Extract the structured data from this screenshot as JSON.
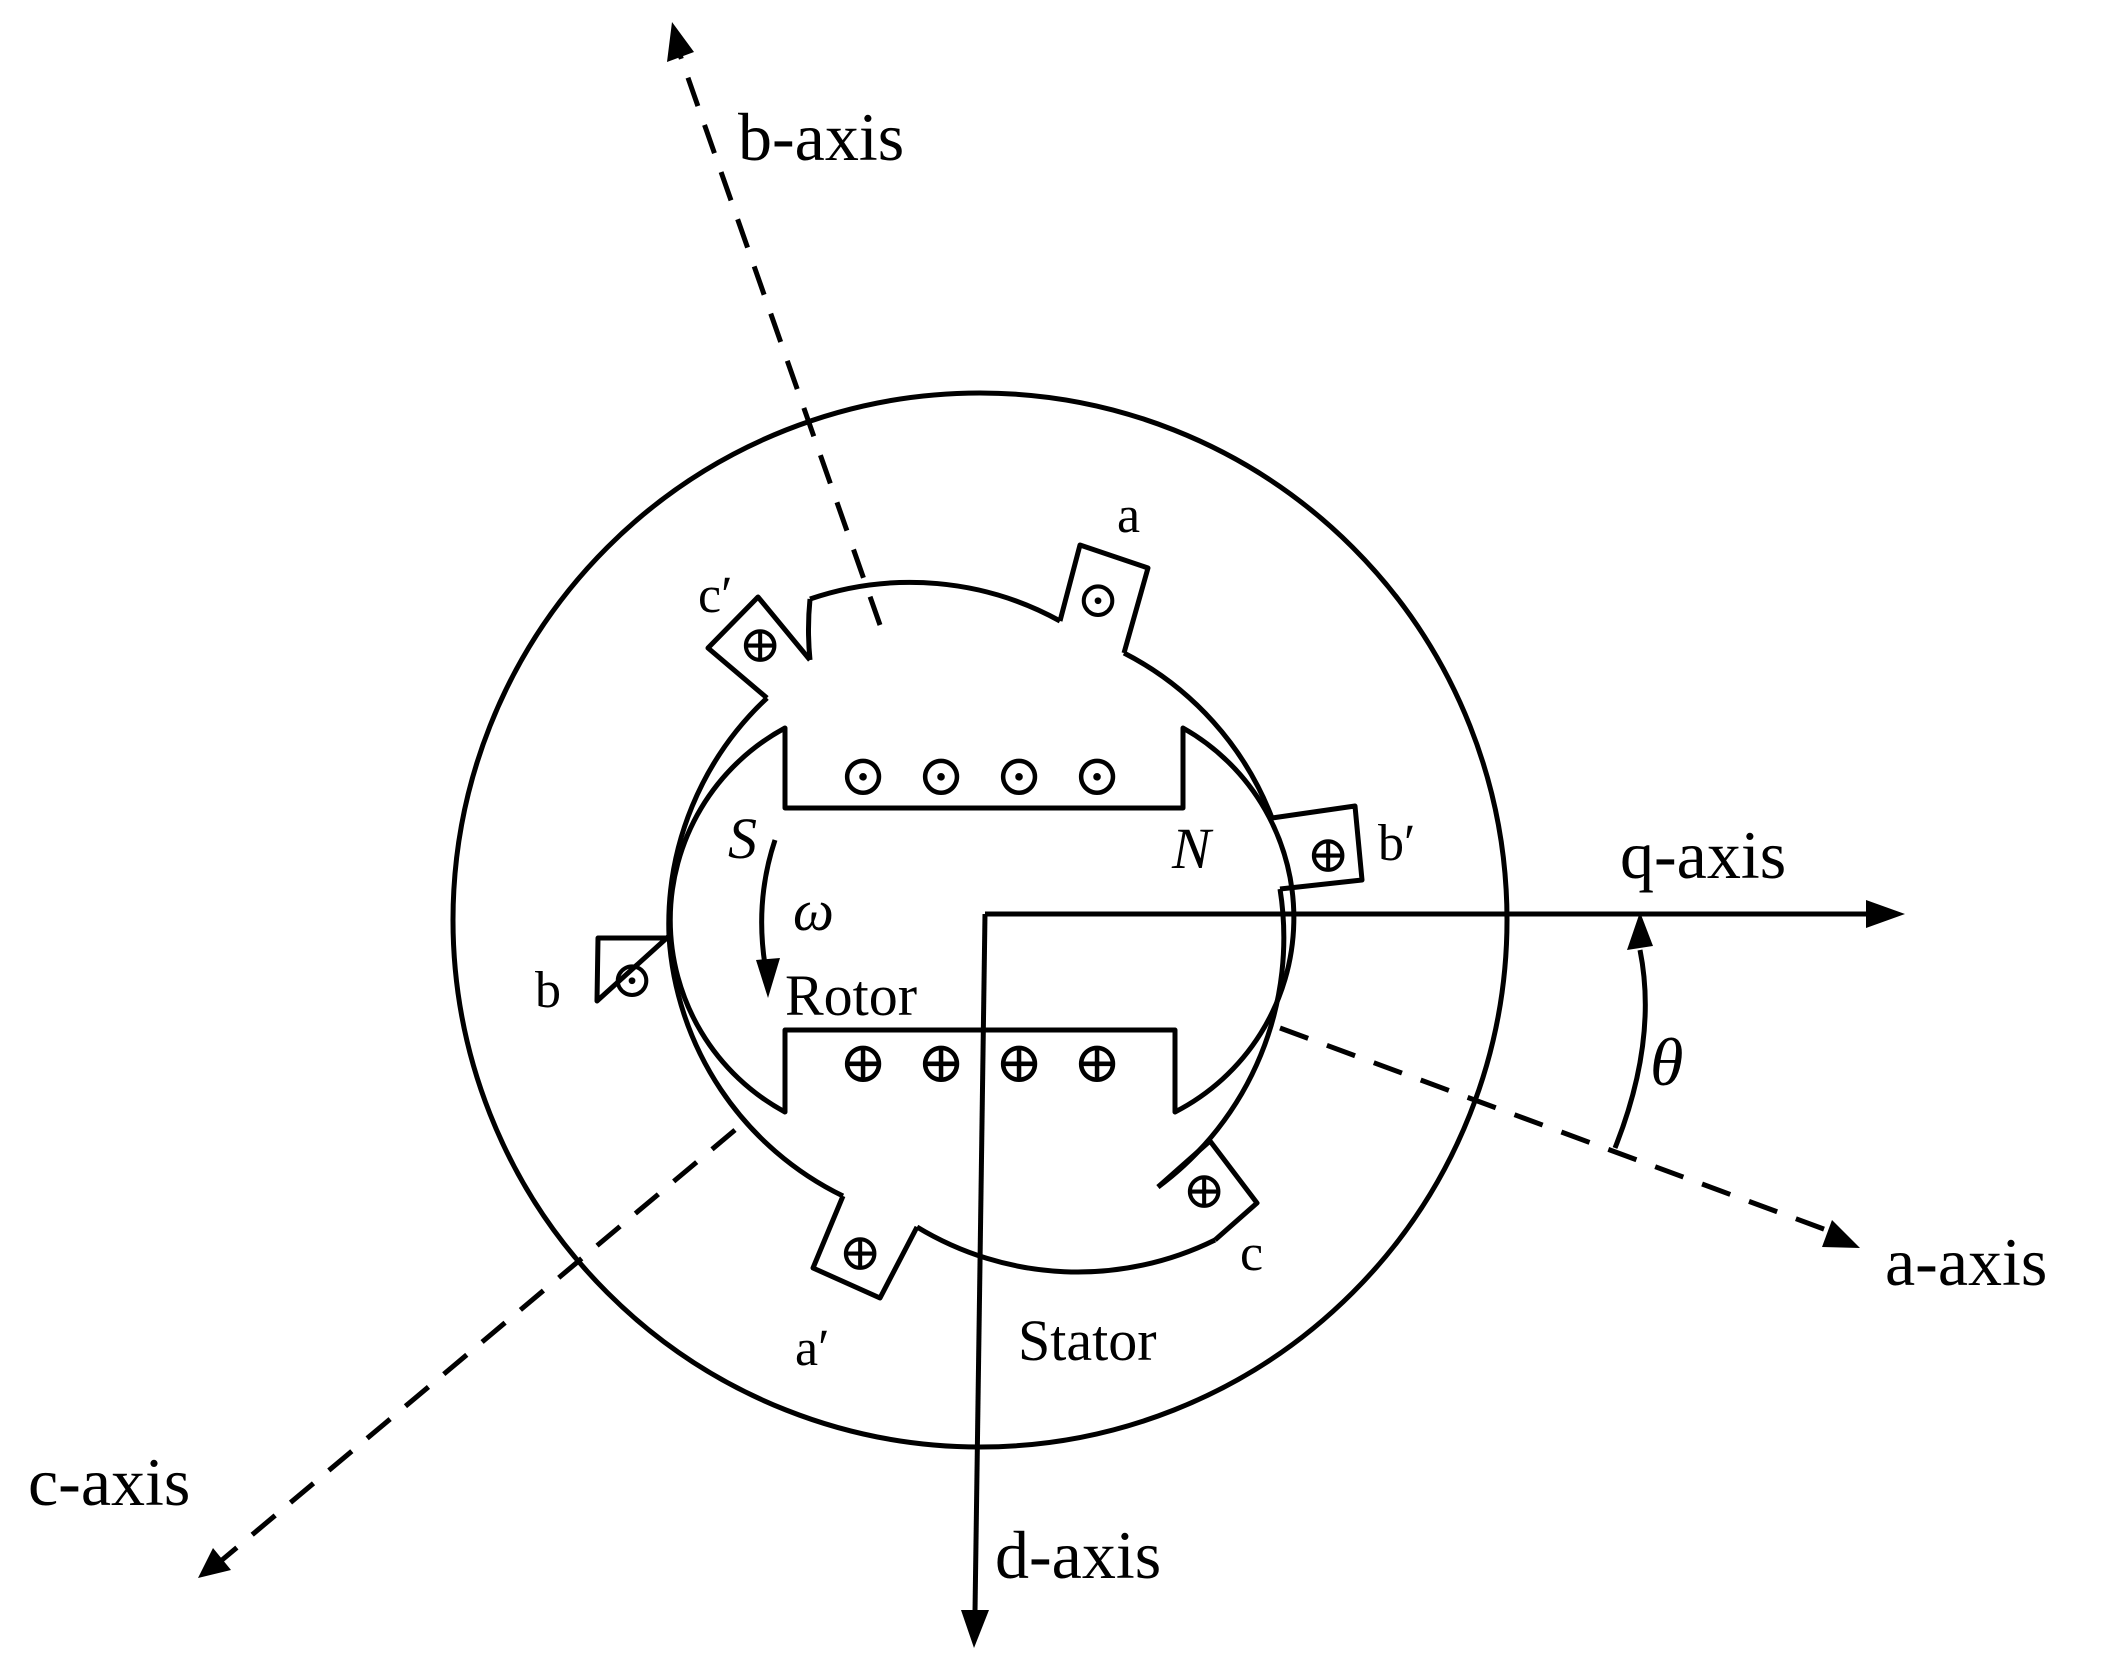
{
  "axes": {
    "a": "a-axis",
    "b": "b-axis",
    "c": "c-axis",
    "d": "d-axis",
    "q": "q-axis"
  },
  "parts": {
    "stator": "Stator",
    "rotor": "Rotor",
    "north_pole": "N",
    "south_pole": "S"
  },
  "symbols": {
    "omega": "ω",
    "theta": "θ"
  },
  "slots": {
    "a": "a",
    "a_prime": "a′",
    "b": "b",
    "b_prime": "b′",
    "c": "c",
    "c_prime": "c′"
  },
  "conductor_symbols": {
    "dot": "⊙",
    "cross": "⊕"
  }
}
